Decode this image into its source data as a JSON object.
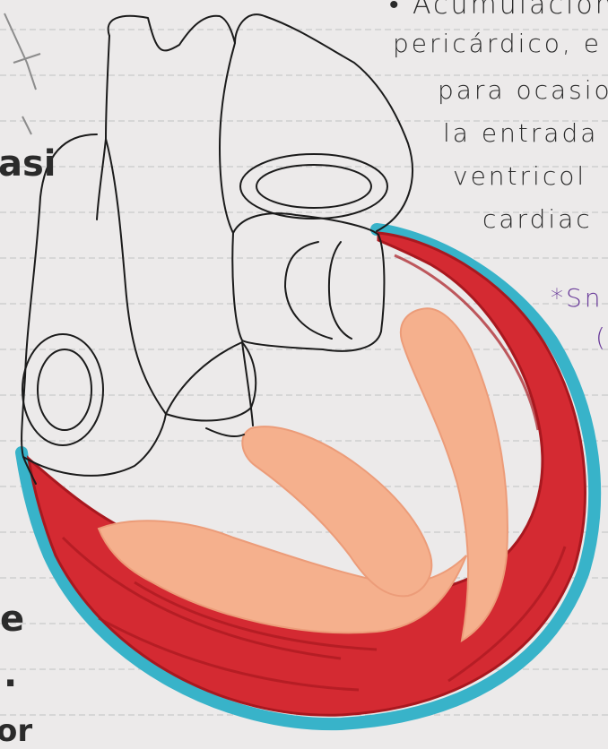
{
  "notes": {
    "line1": "• Acumulación",
    "line2": "pericárdico, e",
    "line3": "para ocasio",
    "line4": "la entrada",
    "line5": "ventricol",
    "line6": "cardiac"
  },
  "aside": {
    "star_note": "*Sn",
    "star_note_2": "("
  },
  "margin": {
    "asi": "asi",
    "frag_e": "e",
    "frag_dots": ".",
    "frag_or": "or"
  },
  "colors": {
    "paper": "#eceaea",
    "rule_line": "#c9c9c9",
    "outline": "#1b1b1b",
    "myocardium": "#d42a32",
    "myocardium_dark": "#a9181f",
    "pericardium": "#38b3c9",
    "trabeculae": "#f5b08d",
    "note_ink": "#2a2a2a",
    "purple_ink": "#6a3c9a"
  }
}
